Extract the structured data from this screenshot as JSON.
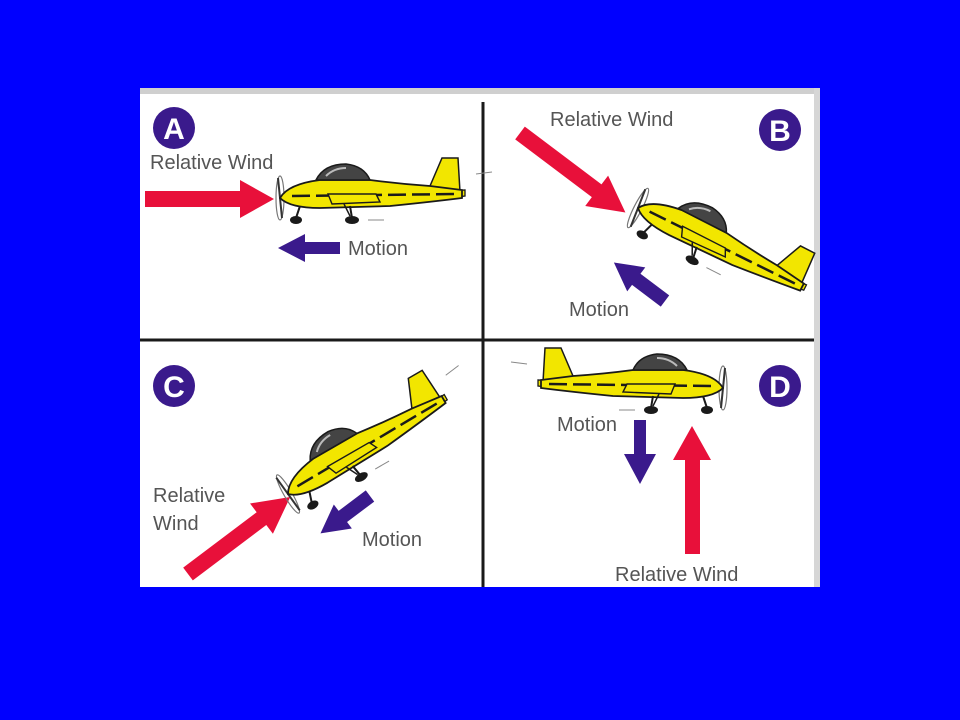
{
  "colors": {
    "background": "#0000ff",
    "wind_arrow": "#e8103a",
    "motion_arrow": "#3a1a8c",
    "badge": "#3a1a8c",
    "plane_body": "#f2e600",
    "plane_outline": "#1a1a1a"
  },
  "panels": [
    {
      "id": "A",
      "badge": "A",
      "wind_label": "Relative Wind",
      "motion_label": "Motion"
    },
    {
      "id": "B",
      "badge": "B",
      "wind_label": "Relative Wind",
      "motion_label": "Motion"
    },
    {
      "id": "C",
      "badge": "C",
      "wind_label_line1": "Relative",
      "wind_label_line2": "Wind",
      "motion_label": "Motion"
    },
    {
      "id": "D",
      "badge": "D",
      "wind_label": "Relative Wind",
      "motion_label": "Motion"
    }
  ]
}
